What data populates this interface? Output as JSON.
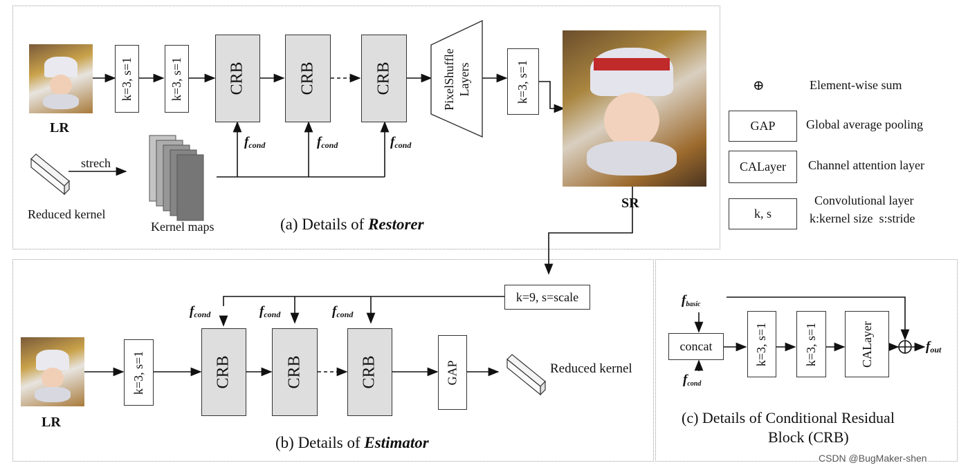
{
  "panel_a": {
    "lr_label": "LR",
    "conv1": "k=3, s=1",
    "conv2": "k=3, s=1",
    "crb1": "CRB",
    "crb2": "CRB",
    "crb3": "CRB",
    "pixelshuffle": "PixelShuffle",
    "pixelshuffle2": "Layers",
    "conv3": "k=3, s=1",
    "sr_label": "SR",
    "fcond": "f",
    "fcond_sub": "cond",
    "strech": "strech",
    "reduced_kernel": "Reduced kernel",
    "kernel_maps": "Kernel maps",
    "caption_prefix": "(a) Details of ",
    "caption_emph": "Restorer"
  },
  "panel_b": {
    "lr_label": "LR",
    "conv1": "k=3, s=1",
    "crb1": "CRB",
    "crb2": "CRB",
    "crb3": "CRB",
    "gap": "GAP",
    "conv_scale": "k=9, s=scale",
    "reduced_kernel": "Reduced kernel",
    "caption_prefix": "(b) Details of ",
    "caption_emph": "Estimator"
  },
  "panel_c": {
    "fbasic": "f",
    "fbasic_sub": "basic",
    "fcond": "f",
    "fcond_sub": "cond",
    "concat": "concat",
    "conv1": "k=3, s=1",
    "conv2": "k=3, s=1",
    "calayer": "CALayer",
    "fout": "f",
    "fout_sub": "out",
    "caption_line1": "(c) Details of Conditional Residual",
    "caption_line2": "Block (CRB)"
  },
  "legend": {
    "sum_symbol": "⊕",
    "sum_desc": "Element-wise sum",
    "gap": "GAP",
    "gap_desc": "Global average pooling",
    "calayer": "CALayer",
    "calayer_desc": "Channel attention layer",
    "conv": "k, s",
    "conv_desc1": "Convolutional layer",
    "conv_desc2": "k:kernel size  s:stride"
  },
  "watermark": "CSDN @BugMaker-shen"
}
